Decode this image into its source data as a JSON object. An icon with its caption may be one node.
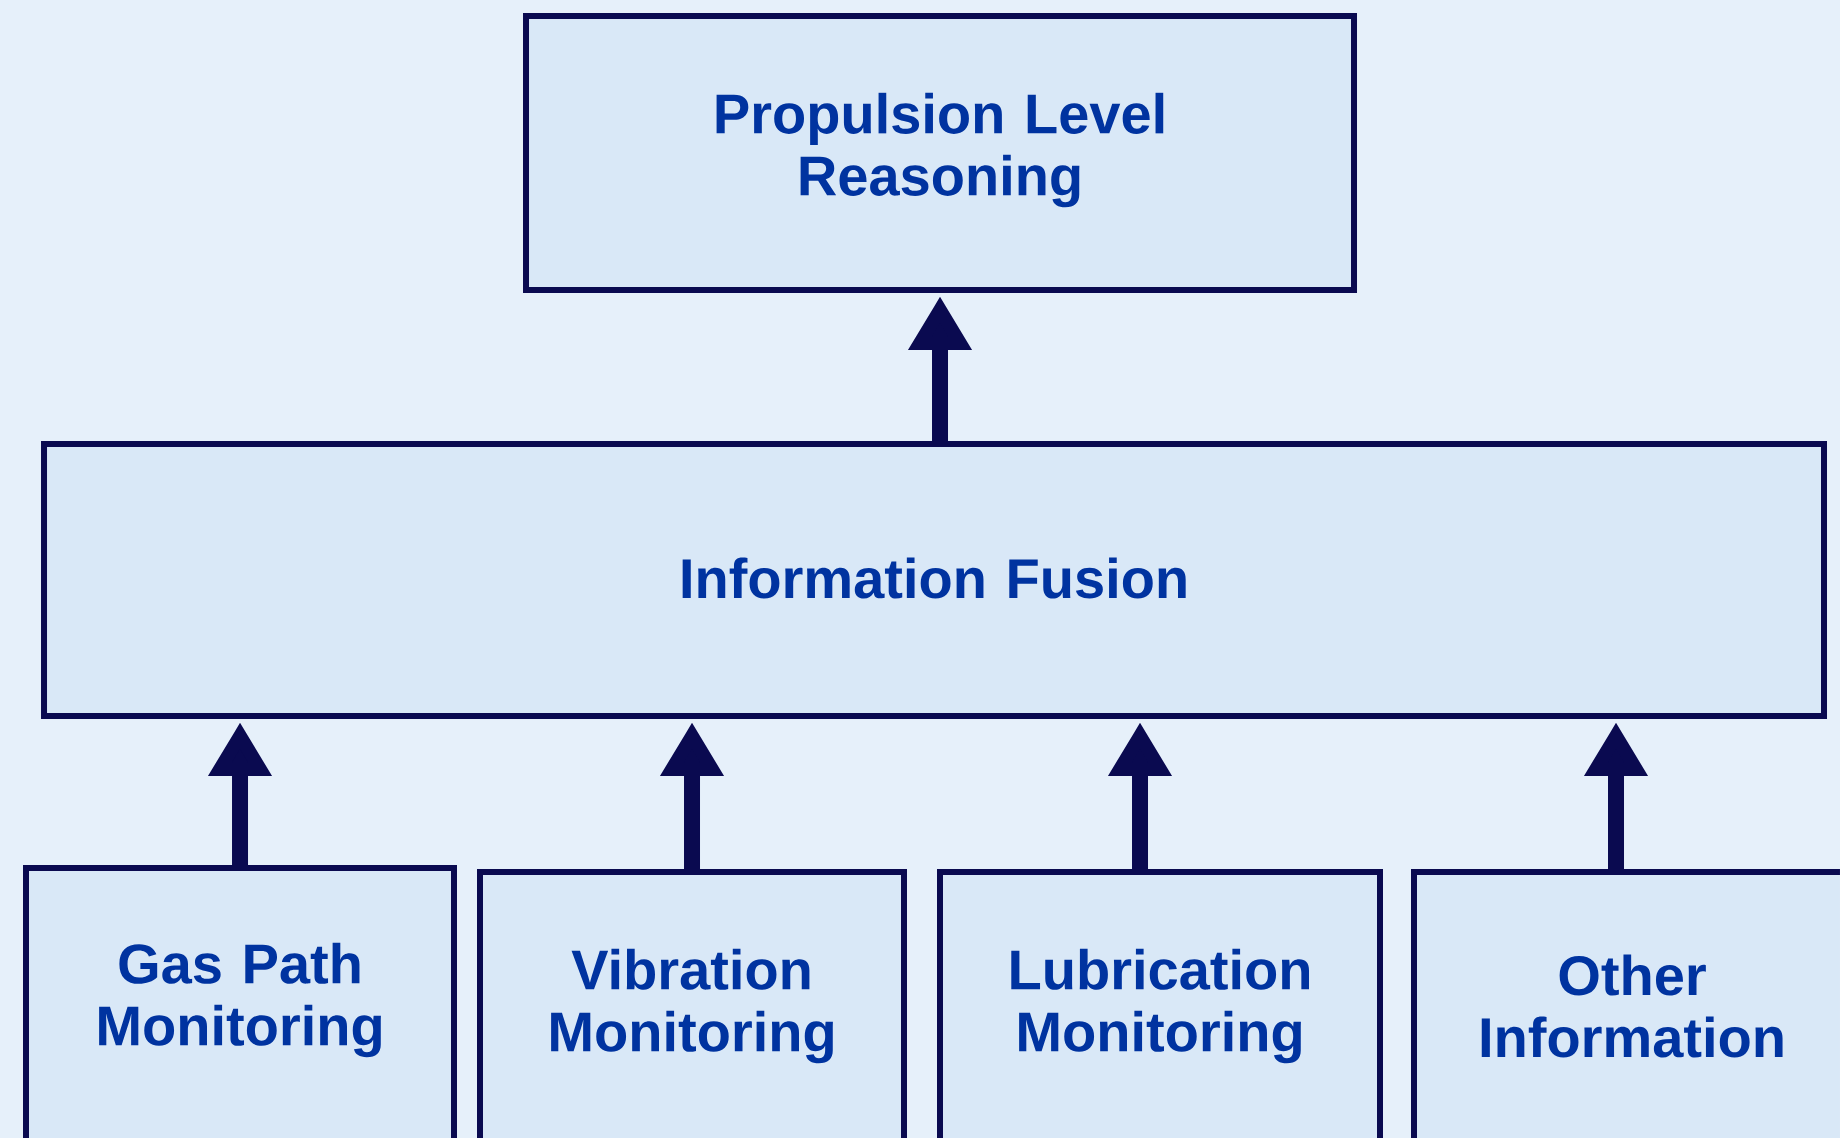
{
  "diagram": {
    "nodes": [
      {
        "text": [
          "Propulsion Level Reasoning"
        ]
      },
      {
        "text": [
          "Information Fusion"
        ]
      },
      {
        "text": [
          "Gas Path Monitoring"
        ]
      },
      {
        "text": [
          "Vibration Monitoring"
        ]
      },
      {
        "text": [
          "Lubrication Monitoring"
        ]
      },
      {
        "text": [
          "Other Information"
        ]
      }
    ],
    "edges": [
      {
        "from": 1,
        "to": 0,
        "arrow": "to"
      },
      {
        "from": 2,
        "to": 1,
        "arrow": "to"
      },
      {
        "from": 3,
        "to": 1,
        "arrow": "to"
      },
      {
        "from": 4,
        "to": 1,
        "arrow": "to"
      },
      {
        "from": 5,
        "to": 1,
        "arrow": "to"
      }
    ]
  }
}
